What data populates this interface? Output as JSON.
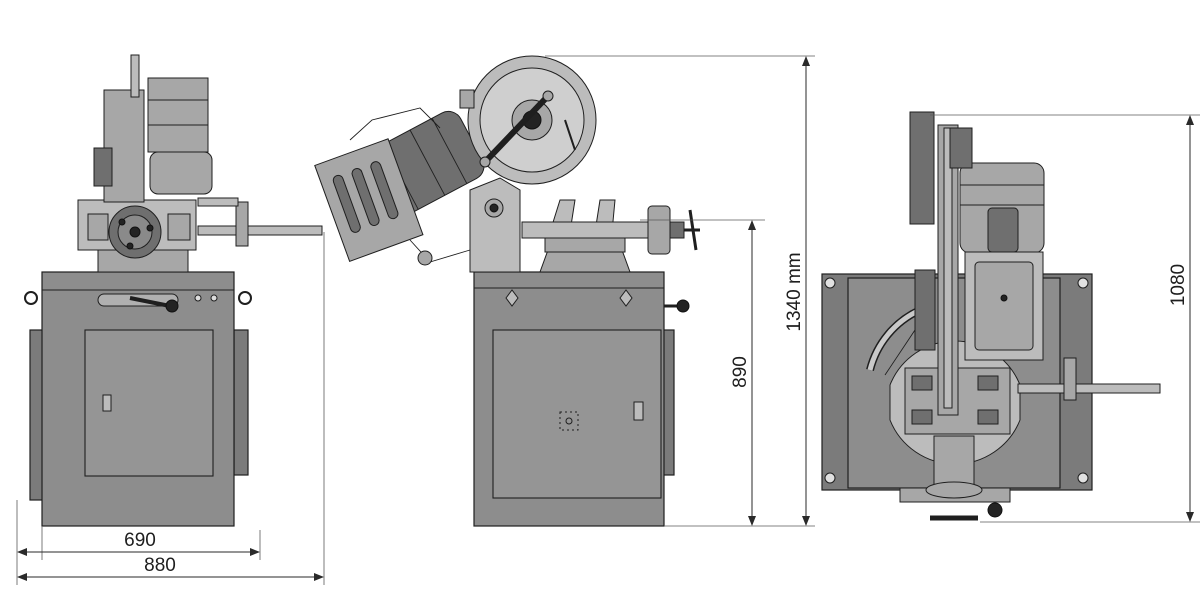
{
  "dimensions": {
    "front_width_inner": "690",
    "front_width_outer": "880",
    "side_height_table": "890",
    "side_height_total": "1340 mm",
    "top_depth": "1080"
  },
  "colors": {
    "machine_body": "#8d8d8d",
    "machine_dark": "#6f6f6f",
    "outline": "#1f1f1f",
    "dimension_line": "#2a2a2a"
  }
}
